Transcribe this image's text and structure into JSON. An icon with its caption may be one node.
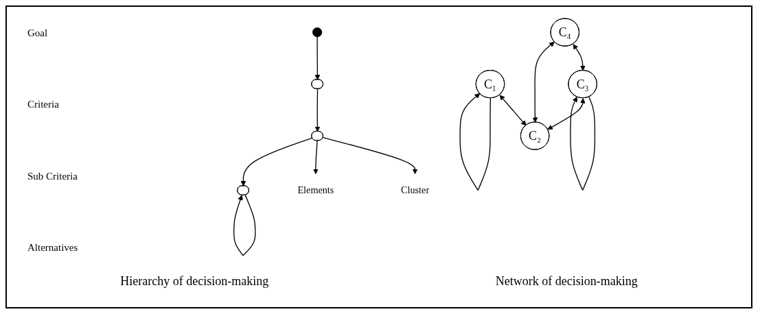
{
  "diagram": {
    "nodes": [
      {
        "text": [],
        "shape": "circle"
      },
      {
        "text": [],
        "shape": "ellipse"
      },
      {
        "text": [
          "Cluster"
        ]
      },
      {
        "text": [],
        "shape": "ellipse"
      },
      {
        "text": [
          "Elements"
        ]
      },
      {
        "text": [],
        "shape": "ellipse"
      },
      {
        "text": [
          "C₄"
        ]
      },
      {
        "text": [
          "C₁"
        ]
      },
      {
        "text": [
          "C₂"
        ]
      },
      {
        "text": [
          "C₃"
        ]
      }
    ],
    "edges": [
      {
        "from": 0,
        "to": 1,
        "arrow": "to"
      },
      {
        "from": 1,
        "to": 3,
        "arrow": "to"
      },
      {
        "from": 3,
        "to": 2,
        "arrow": "to"
      },
      {
        "from": 3,
        "to": 4,
        "arrow": "to"
      },
      {
        "from": 3,
        "to": 5,
        "arrow": "to"
      },
      {
        "from": 5,
        "to": 5,
        "arrow": "to"
      },
      {
        "from": 6,
        "to": 9,
        "arrow": "both"
      },
      {
        "from": 6,
        "to": 8,
        "arrow": "both"
      },
      {
        "from": 7,
        "to": 8,
        "arrow": "both"
      },
      {
        "from": 7,
        "to": 7,
        "arrow": "to"
      },
      {
        "from": 9,
        "to": 9,
        "arrow": "to"
      },
      {
        "from": 9,
        "to": 8,
        "arrow": "both"
      }
    ],
    "labels": [
      "Goal",
      "Criteria",
      "Sub Criteria",
      "Alternatives",
      "Hierarchy of decision-making",
      "Network of decision-making"
    ]
  }
}
